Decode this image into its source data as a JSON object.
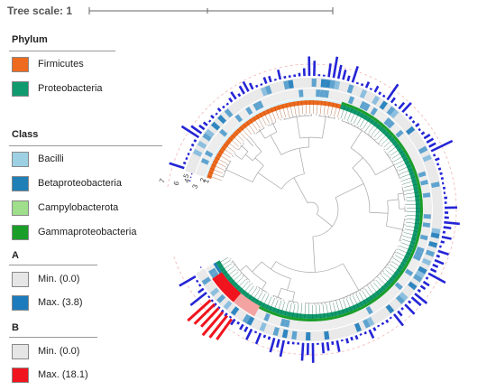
{
  "tree_scale": {
    "label": "Tree scale: 1"
  },
  "legend": {
    "sections": [
      {
        "title": "Phylum",
        "items": [
          {
            "label": "Firmicutes",
            "color": "#ee6a1e"
          },
          {
            "label": "Proteobacteria",
            "color": "#109a6e"
          }
        ]
      },
      {
        "title": "Class",
        "items": [
          {
            "label": "Bacilli",
            "color": "#9dd0e3"
          },
          {
            "label": "Betaproteobacteria",
            "color": "#1f7fb6"
          },
          {
            "label": "Campylobacterota",
            "color": "#9fde8a"
          },
          {
            "label": "Gammaproteobacteria",
            "color": "#1a9e2a"
          }
        ]
      },
      {
        "title": "A",
        "items": [
          {
            "label": "Min. (0.0)",
            "color": "#e6e6e6"
          },
          {
            "label": "Max. (3.8)",
            "color": "#1c7bbd"
          }
        ]
      },
      {
        "title": "B",
        "items": [
          {
            "label": "Min. (0.0)",
            "color": "#e6e6e6"
          },
          {
            "label": "Max. (18.1)",
            "color": "#f0141e"
          }
        ]
      }
    ]
  },
  "ring_labels": [
    "1",
    "2",
    "3",
    "4",
    "5",
    "6",
    "7"
  ]
}
